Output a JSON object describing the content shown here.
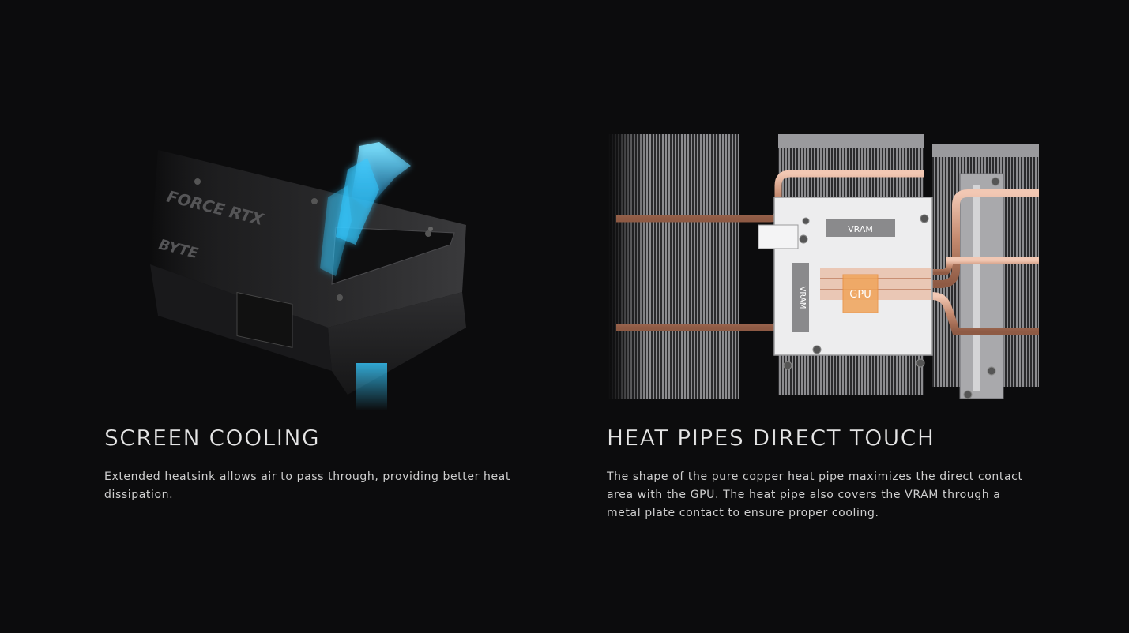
{
  "features": [
    {
      "title": "SCREEN COOLING",
      "description": "Extended heatsink allows air to pass through, providing better heat dissipation.",
      "image": {
        "subject": "graphics-card-backplate-airflow",
        "engraved_text": [
          "FORCE RTX",
          "BYTE"
        ]
      }
    },
    {
      "title": "HEAT PIPES DIRECT TOUCH",
      "description": "The shape of the pure copper heat pipe maximizes the direct contact area with the GPU. The heat pipe also covers the VRAM through a metal plate contact to ensure proper cooling.",
      "image": {
        "subject": "heatsink-heatpipe-diagram",
        "labels": {
          "vram_top": "VRAM",
          "vram_side": "VRAM",
          "gpu": "GPU"
        }
      }
    }
  ],
  "colors": {
    "background": "#0c0c0d",
    "airflow": "#35c9ff",
    "copper": "#d9a58c",
    "gpu_highlight": "#f0a45a"
  }
}
